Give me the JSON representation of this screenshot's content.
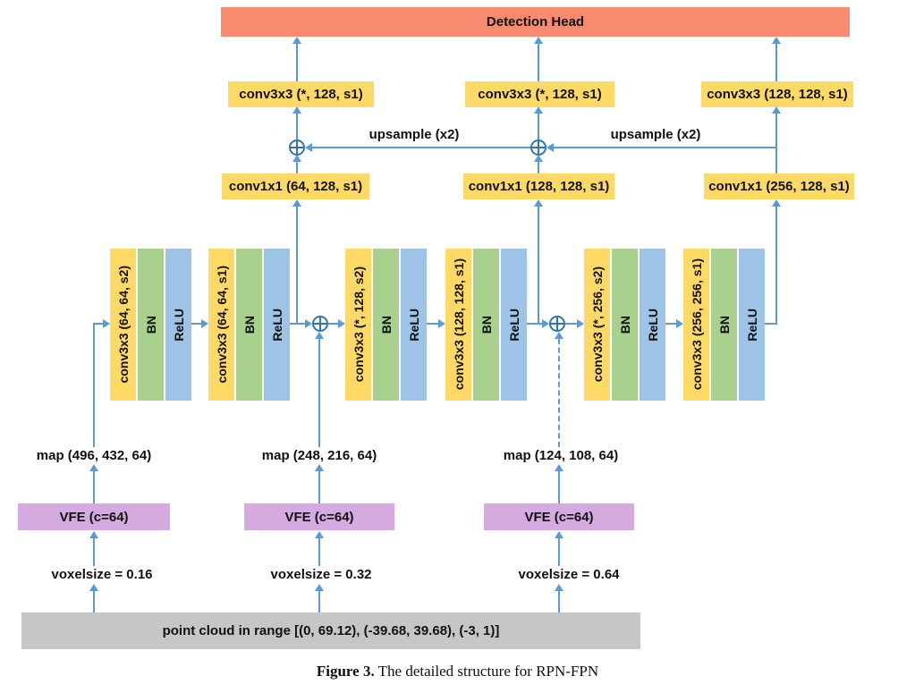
{
  "diagram": {
    "detection_head": "Detection Head",
    "top_convs": [
      "conv3x3 (*, 128, s1)",
      "conv3x3 (*, 128, s1)",
      "conv3x3 (128, 128, s1)"
    ],
    "upsample_labels": [
      "upsample (x2)",
      "upsample (x2)"
    ],
    "lateral_convs": [
      "conv1x1 (64, 128, s1)",
      "conv1x1 (128, 128, s1)",
      "conv1x1 (256, 128, s1)"
    ],
    "blocks": [
      {
        "conv": "conv3x3 (64, 64, s2)",
        "bn": "BN",
        "relu": "ReLU"
      },
      {
        "conv": "conv3x3 (64, 64, s1)",
        "bn": "BN",
        "relu": "ReLU"
      },
      {
        "conv": "conv3x3 (*, 128, s2)",
        "bn": "BN",
        "relu": "ReLU"
      },
      {
        "conv": "conv3x3 (128, 128, s1)",
        "bn": "BN",
        "relu": "ReLU"
      },
      {
        "conv": "conv3x3 (*, 256, s2)",
        "bn": "BN",
        "relu": "ReLU"
      },
      {
        "conv": "conv3x3 (256, 256, s1)",
        "bn": "BN",
        "relu": "ReLU"
      }
    ],
    "maps": [
      "map (496, 432, 64)",
      "map (248, 216, 64)",
      "map (124, 108, 64)"
    ],
    "vfes": [
      "VFE (c=64)",
      "VFE (c=64)",
      "VFE (c=64)"
    ],
    "voxelsizes": [
      "voxelsize = 0.16",
      "voxelsize = 0.32",
      "voxelsize = 0.64"
    ],
    "point_cloud": "point cloud in range [(0, 69.12), (-39.68, 39.68), (-3, 1)]",
    "caption": {
      "bold": "Figure 3.",
      "rest": " The detailed structure for RPN-FPN"
    },
    "colors": {
      "detection_head": "#F88A70",
      "conv_box": "#FFD966",
      "bn_bar": "#A9D18E",
      "relu_bar": "#9DC3E6",
      "vfe_box": "#D4AAE1",
      "point_cloud_box": "#C6C6C6",
      "arrow": "#5B9BD5",
      "sum_node": "#2E75B6"
    }
  }
}
